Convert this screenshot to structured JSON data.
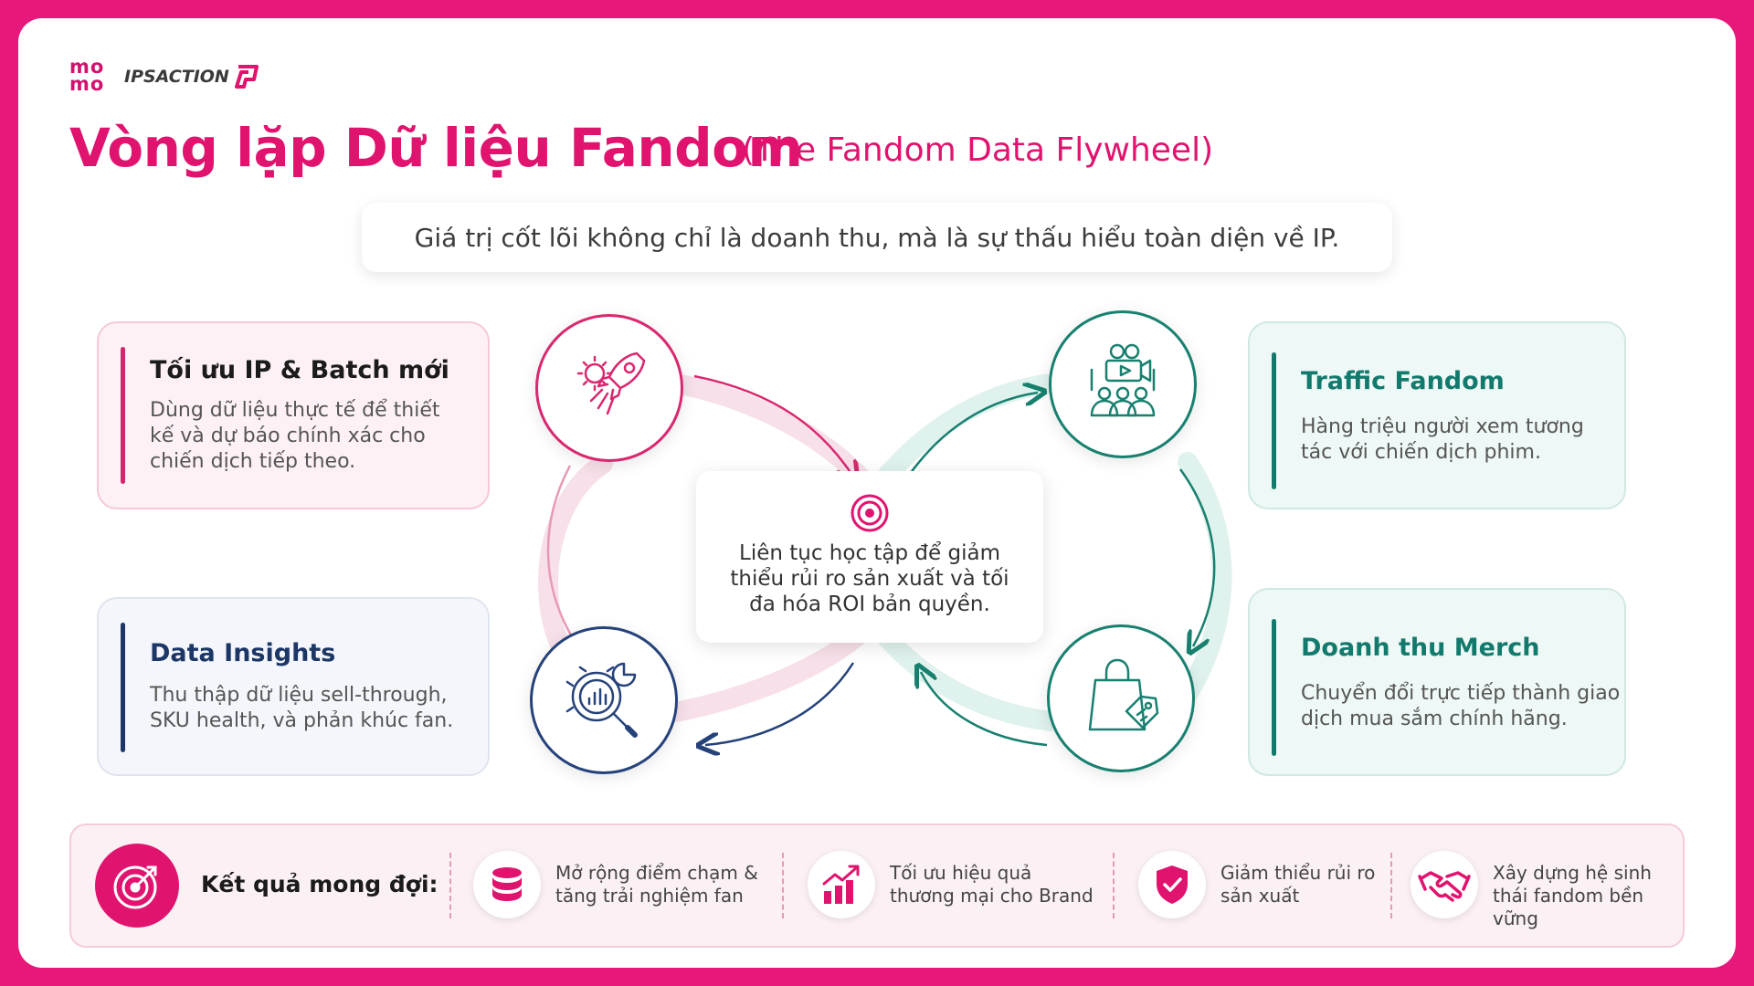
{
  "header": {
    "logo_momo_line1": "mo",
    "logo_momo_line2": "mo",
    "logo_ips": "IPSACTION",
    "title": "Vòng lặp Dữ liệu Fandom",
    "subtitle": "(The Fandom Data Flywheel)",
    "tagline": "Giá trị cốt lõi không chỉ là doanh thu, mà là sự thấu hiểu toàn diện về IP."
  },
  "cards": {
    "optimize": {
      "title": "Tối ưu IP & Batch mới",
      "description": "Dùng dữ liệu thực tế để thiết kế và dự báo chính xác cho chiến dịch tiếp theo."
    },
    "insights": {
      "title": "Data Insights",
      "description": "Thu thập dữ liệu sell-through, SKU health, và phản khúc fan."
    },
    "traffic": {
      "title": "Traffic Fandom",
      "description": "Hàng triệu người xem tương tác với chiến dịch phim."
    },
    "merch": {
      "title": "Doanh thu Merch",
      "description": "Chuyển đổi trực tiếp thành giao dịch mua sắm chính hãng."
    }
  },
  "flywheel": {
    "center_text": "Liên tục học tập để giảm thiểu rủi ro sản xuất và tối đa hóa ROI bản quyền.",
    "nodes": [
      {
        "icon": "rocket-gear-icon"
      },
      {
        "icon": "cinema-audience-icon"
      },
      {
        "icon": "shopping-bag-tag-icon"
      },
      {
        "icon": "data-analysis-icon"
      }
    ],
    "colors": {
      "pink": "#d9286f",
      "teal": "#18806f",
      "navy": "#25427a"
    }
  },
  "results": {
    "label": "Kết quả mong đợi:",
    "items": [
      {
        "icon": "database-icon",
        "text": "Mở rộng điểm chạm & tăng trải nghiệm fan"
      },
      {
        "icon": "growth-chart-icon",
        "text": "Tối ưu hiệu quả thương mại cho Brand"
      },
      {
        "icon": "shield-check-icon",
        "text": "Giảm thiểu rủi ro sản xuất"
      },
      {
        "icon": "handshake-icon",
        "text": "Xây dựng hệ sinh thái fandom bền vững"
      }
    ]
  },
  "theme": {
    "brand": "#e0146f",
    "background": "#e8177a"
  }
}
